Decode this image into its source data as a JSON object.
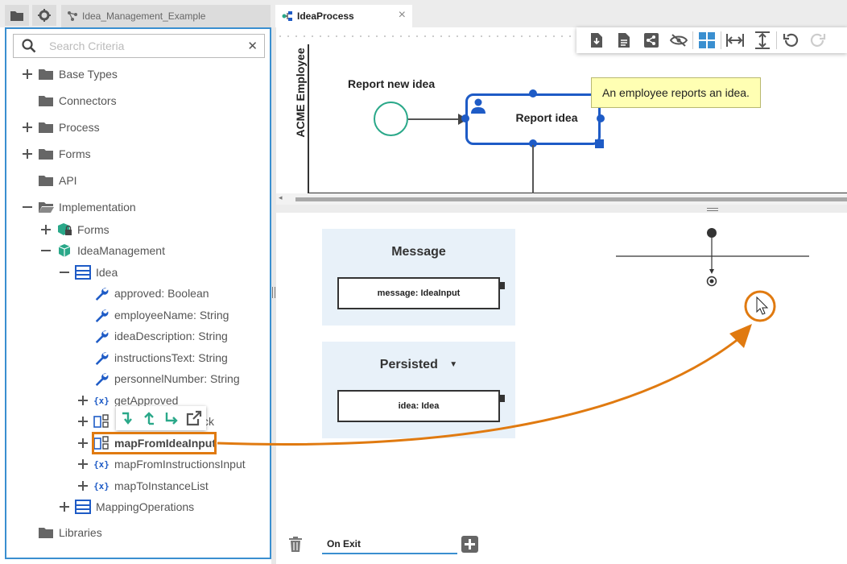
{
  "project": {
    "tab_label": "Idea_Management_Example"
  },
  "search": {
    "placeholder": "Search Criteria"
  },
  "tree": {
    "items": [
      "Base Types",
      "Connectors",
      "Process",
      "Forms",
      "API",
      "Implementation",
      "Forms",
      "IdeaManagement",
      "Idea",
      "approved: Boolean",
      "employeeName: String",
      "ideaDescription: String",
      "instructionsText: String",
      "personnelNumber: String",
      "getApproved",
      "mapFromIdeaInput",
      "mapFromInstructionsInput",
      "mapToInstanceList",
      "MappingOperations",
      "Libraries"
    ],
    "partial_label": "ck"
  },
  "editor": {
    "tab_label": "IdeaProcess",
    "close_glyph": "×"
  },
  "diagram": {
    "lane_label": "ACME Employee",
    "start_label": "Report new idea",
    "task_label": "Report idea",
    "note": "An employee reports an idea."
  },
  "lower": {
    "message_title": "Message",
    "message_attr": "message: IdeaInput",
    "persisted_title": "Persisted",
    "persisted_attr": "idea: Idea",
    "tab_label": "On Exit"
  },
  "colors": {
    "accent": "#3a8fd0",
    "task": "#1e5bc6",
    "start": "#2aa889",
    "highlight": "#e07a10",
    "note": "#ffffb3"
  },
  "icons": [
    "folder-icon",
    "gear-icon",
    "share-icon",
    "download-icon",
    "document-icon",
    "share-icon",
    "hide-icon",
    "layout-icon",
    "fit-width-icon",
    "fit-height-icon",
    "undo-icon",
    "redo-icon",
    "trash-icon",
    "add-icon"
  ]
}
